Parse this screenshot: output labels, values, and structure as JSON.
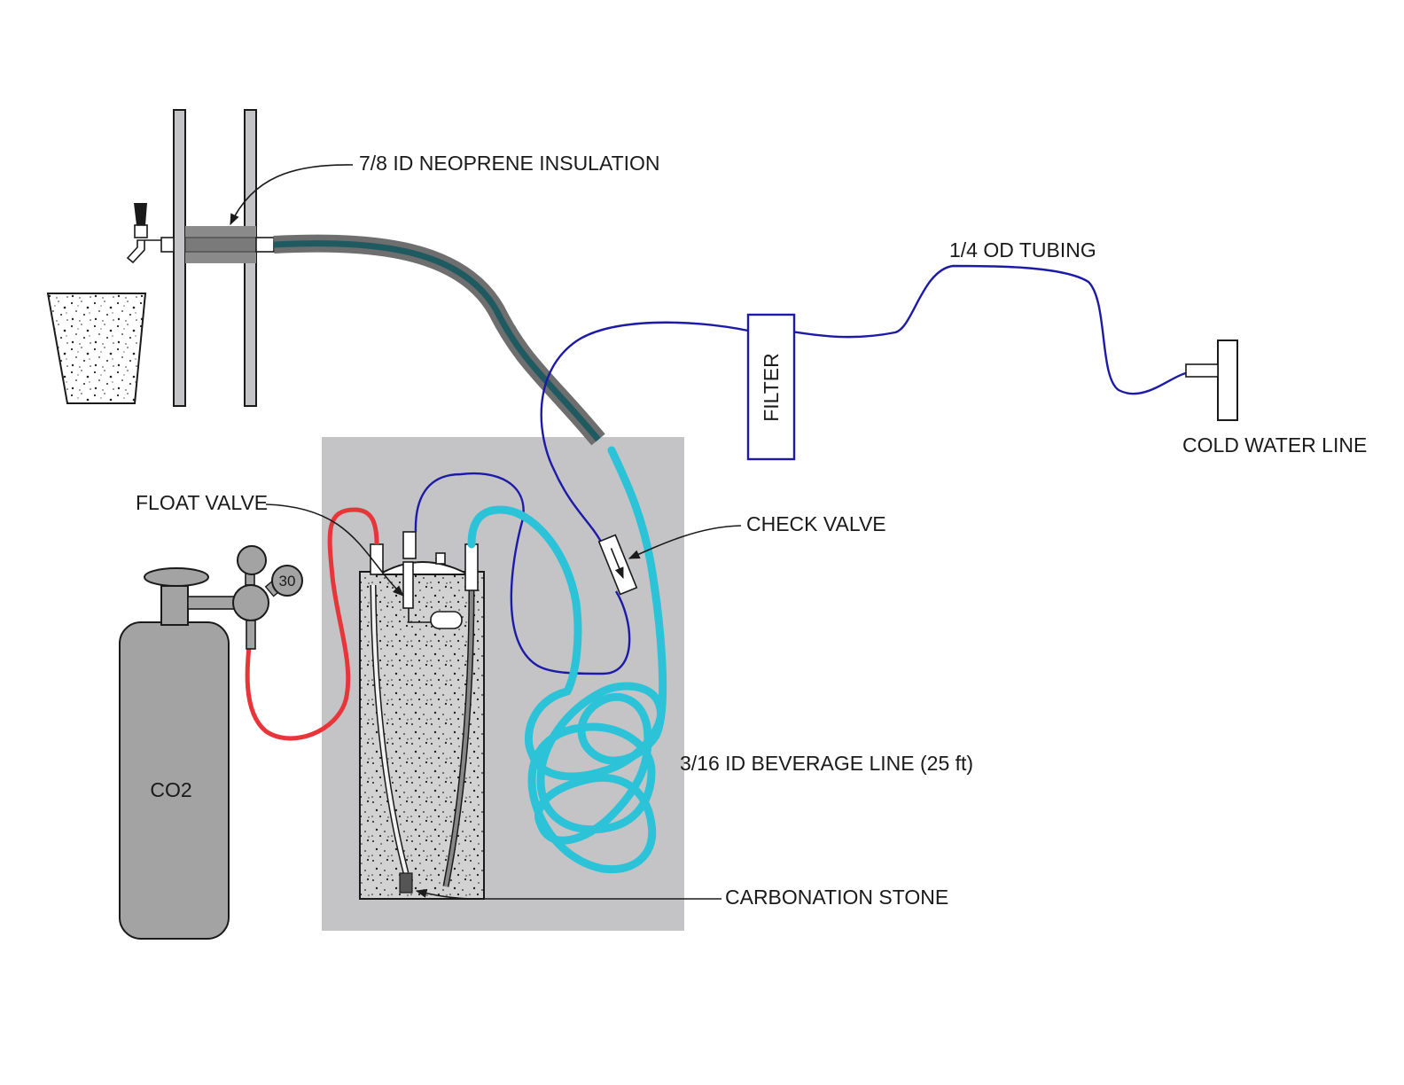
{
  "labels": {
    "insulation": "7/8 ID NEOPRENE INSULATION",
    "tubing": "1/4 OD TUBING",
    "filter": "FILTER",
    "cold_water_line": "COLD WATER LINE",
    "float_valve": "FLOAT VALVE",
    "check_valve": "CHECK VALVE",
    "gauge_value": "30",
    "beverage_line": "3/16 ID BEVERAGE LINE (25 ft)",
    "co2": "CO2",
    "carbonation_stone": "CARBONATION STONE"
  },
  "colors": {
    "co2_line": "#e8353a",
    "water_tubing": "#1d1aa8",
    "beverage_line": "#2cc3d9",
    "insulation_outer": "#6e6e6e",
    "insulation_core": "#1f5a60",
    "cooler_box": "#c4c4c6",
    "cylinder": "#a3a3a3"
  }
}
